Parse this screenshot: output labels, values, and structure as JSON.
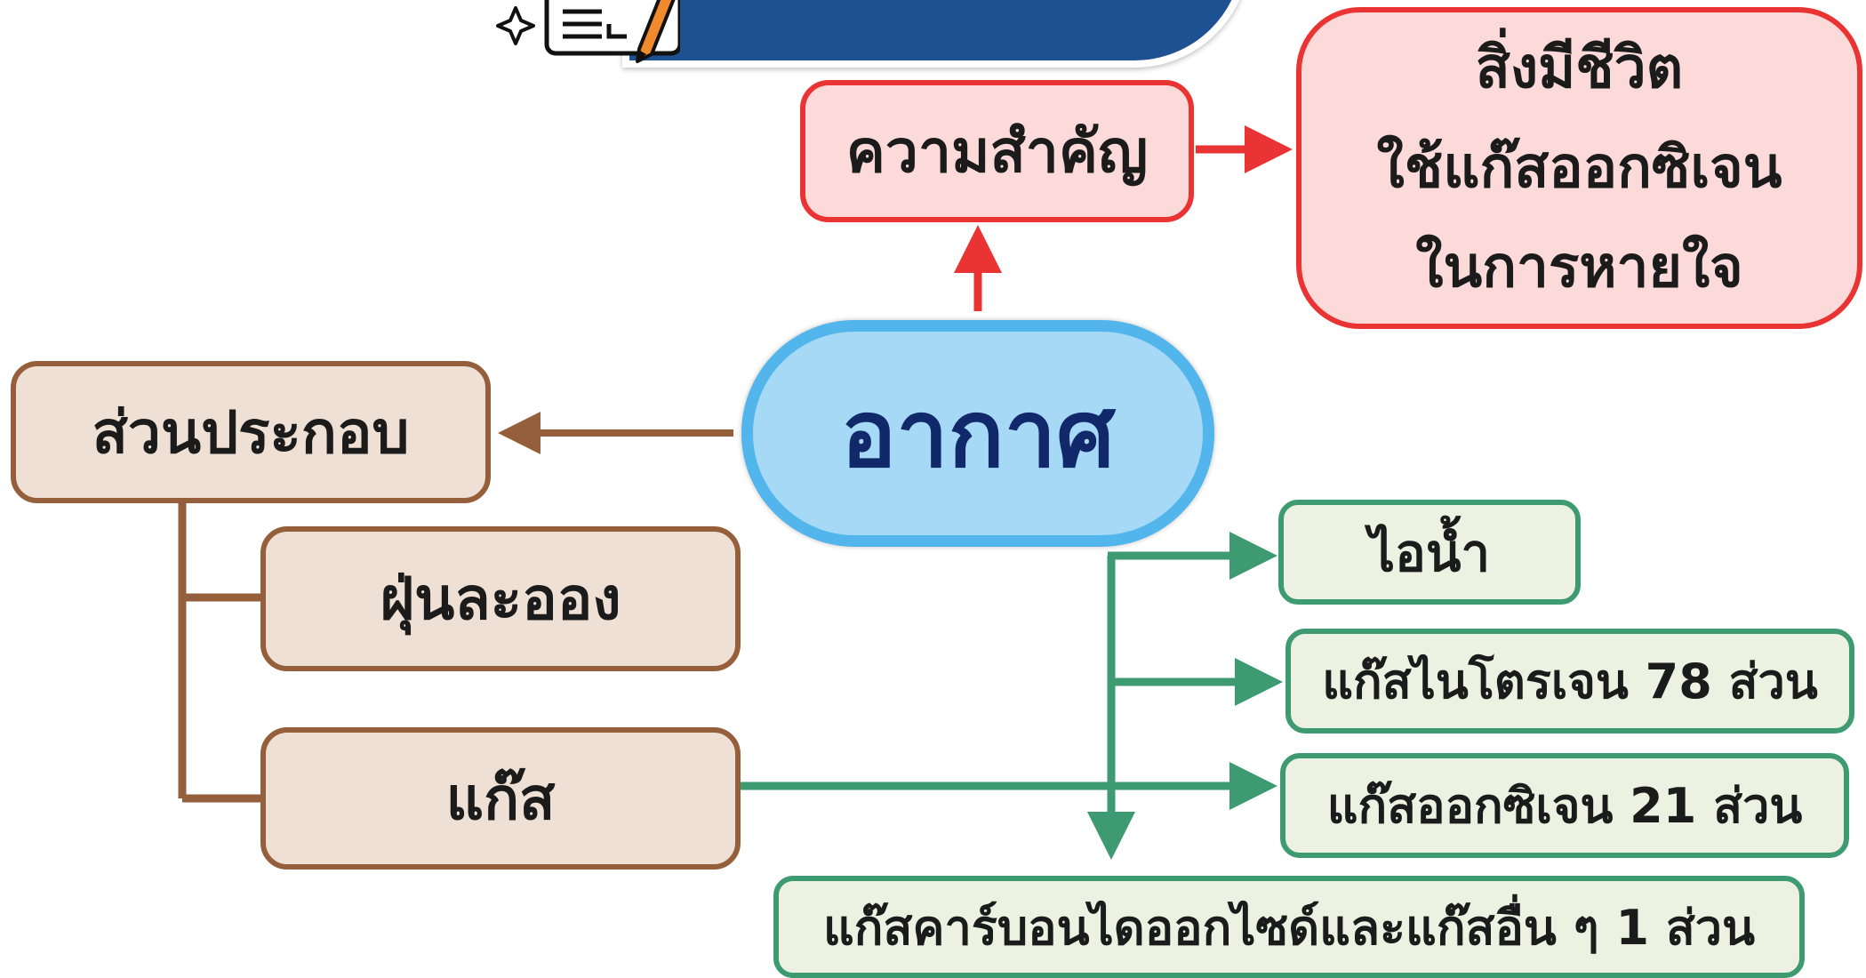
{
  "center": {
    "label": "อากาศ"
  },
  "importance": {
    "label": "ความสำคัญ",
    "detail": [
      "สิ่งมีชีวิต",
      "ใช้แก๊สออกซิเจน",
      "ในการหายใจ"
    ]
  },
  "composition": {
    "label": "ส่วนประกอบ",
    "dust": "ฝุ่นละออง",
    "gas": "แก๊ส"
  },
  "gases": [
    "ไอน้ำ",
    "แก๊สไนโตรเจน 78 ส่วน",
    "แก๊สออกซิเจน 21 ส่วน",
    "แก๊สคาร์บอนไดออกไซด์และแก๊สอื่น ๆ 1 ส่วน"
  ],
  "colors": {
    "red": "#ea3333",
    "brown": "#965f3c",
    "green": "#3e9a70",
    "blue": "#52b5ec",
    "banner": "#1d5192"
  },
  "icons": [
    "notebook-icon",
    "pencil-icon",
    "sparkle-icon"
  ]
}
